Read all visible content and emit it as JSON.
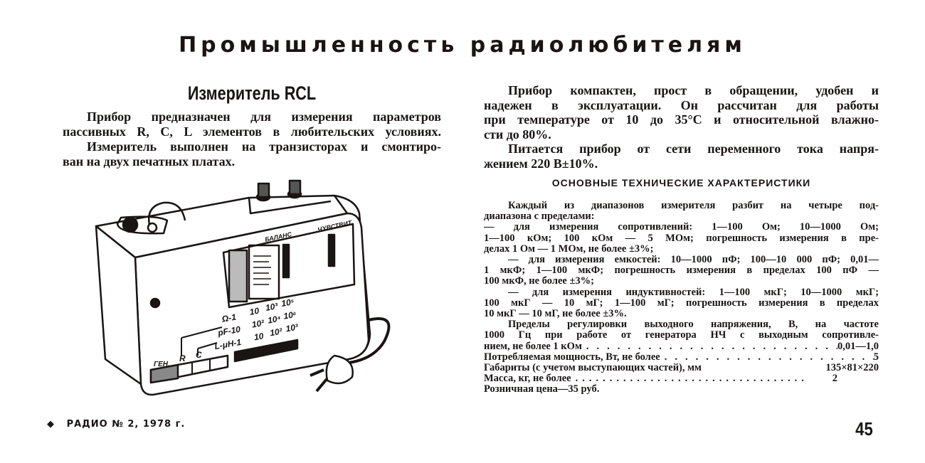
{
  "page_title": "Промышленность радиолюбителям",
  "article": {
    "heading": "Измеритель RCL",
    "left_lines": [
      "Прибор предназначен для измерения параметров",
      "пассивных R, C, L элементов в любительских условиях.",
      "Измеритель выполнен на транзисторах и смонтиро-",
      "ван на двух печатных платах."
    ],
    "right_lines": [
      "Прибор компактен, прост в обращении, удобен и",
      "надежен в эксплуатации. Он рассчитан для работы",
      "при температуре от 10 до 35°С и относительной влажно-",
      "сти до 80%.",
      "Питается прибор от сети переменного тока напря-",
      "жением 220 В±10%."
    ],
    "specs_heading": "ОСНОВНЫЕ ТЕХНИЧЕСКИЕ ХАРАКТЕРИСТИКИ",
    "spec_lines": [
      "Каждый из диапазонов измерителя разбит на четыре под-",
      "диапазона с пределами:",
      "— для измерения сопротивлений: 1—100 Ом; 10—1000 Ом;",
      "1—100 кОм; 100 кОм — 5 МОм; погрешность измерения в пре-",
      "делах 1 Ом — 1 МОм, не более ±3%;",
      "— для измерения емкостей: 10—1000 пФ; 100—10 000 пФ; 0,01—",
      "1 мкФ; 1—100 мкФ; погрешность измерения в пределах 100 пФ —",
      "100 мкФ, не более ±3%;",
      "— для измерения индуктивностей: 1—100 мкГ; 10—1000 мкГ;",
      "100 мкГ — 10 мГ; 1—100 мГ; погрешность измерения в пределах",
      "10 мкГ — 10 мГ, не более ±3%.",
      "Пределы регулировки выходного напряжения, В, на частоте",
      "1000 Гц при работе от генератора НЧ с выходным сопротивле-"
    ],
    "spec_rows": [
      {
        "label": "нием, не более 1 кОм",
        "value": "0,01—1,0"
      },
      {
        "label": "Потребляемая мощность, Вт, не более",
        "value": "5"
      },
      {
        "label": "Габариты (с учетом выступающих частей), мм",
        "value": "135×81×220"
      },
      {
        "label": "Масса, кг, не более",
        "value": "2"
      }
    ],
    "price": "Розничная цена—35 руб."
  },
  "device_labels": {
    "balance": "БАЛАНС",
    "sensitivity": "ЧУВСТВИТ.",
    "row_ohm": [
      "Ω-1",
      "10",
      "10³",
      "10⁵"
    ],
    "row_pf": [
      "pF-10",
      "10²",
      "10⁴",
      "10⁶"
    ],
    "row_uh": [
      "L-μH-1",
      "10",
      "10²",
      "10³"
    ],
    "gen": "ГЕН.",
    "r": "R",
    "c": "C"
  },
  "footer": {
    "issue": "РАДИО № 2, 1978 г.",
    "page_number": "45"
  }
}
